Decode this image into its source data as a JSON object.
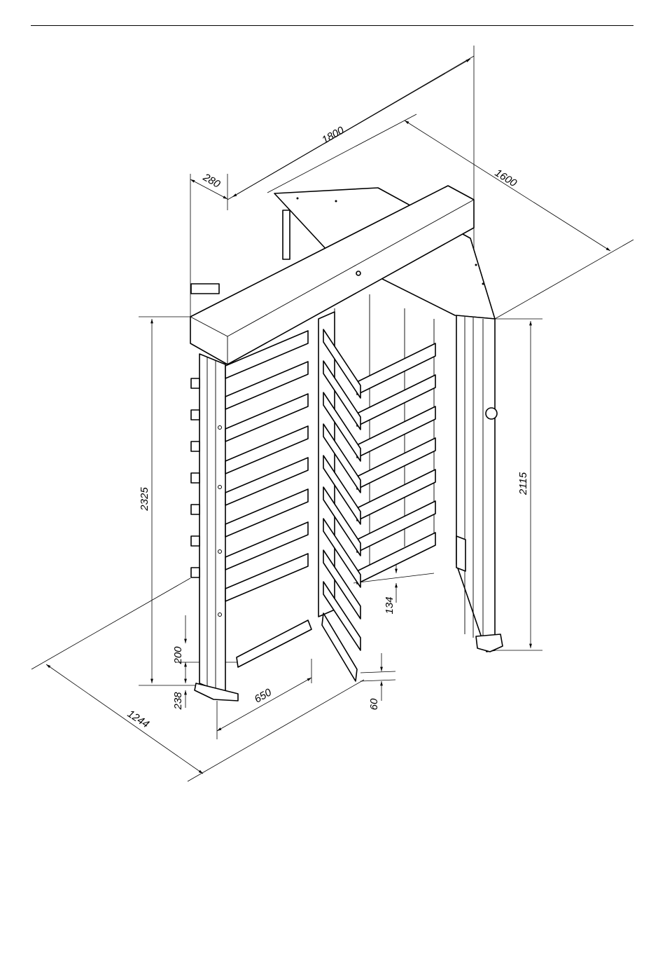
{
  "drawing": {
    "dimensions": {
      "overall_width": "1800",
      "canopy_depth": "1600",
      "post_depth": "280",
      "overall_height": "2325",
      "passage_height": "2115",
      "base_depth": "1244",
      "passage_width": "650",
      "bottom_bar_offset": "200",
      "base_height": "238",
      "arm_gap": "134",
      "arm_thickness": "60"
    }
  }
}
